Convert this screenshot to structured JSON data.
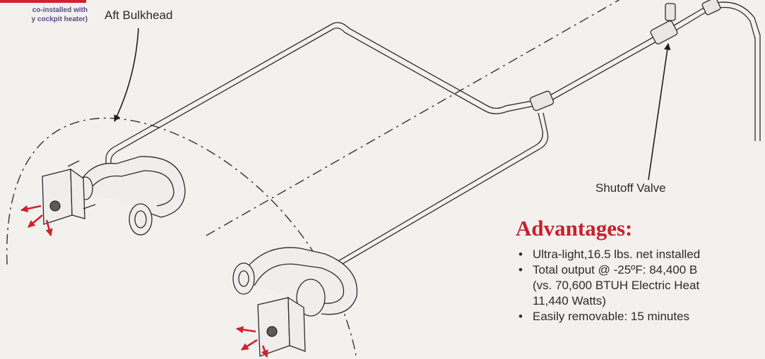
{
  "callout": {
    "line1": "co-installed with",
    "line2": "y cockpit heater)"
  },
  "labels": {
    "aft_bulkhead": "Aft Bulkhead",
    "shutoff_valve": "Shutoff Valve"
  },
  "advantages": {
    "title": "Advantages:",
    "items": [
      {
        "lines": [
          "Ultra-light,16.5 lbs. net installed"
        ]
      },
      {
        "lines": [
          "Total output @ -25ºF: 84,400 B",
          "(vs. 70,600 BTUH Electric Heat",
          "11,440 Watts)"
        ]
      },
      {
        "lines": [
          "Easily removable: 15 minutes"
        ]
      }
    ]
  },
  "colors": {
    "accent_red": "#c8202b",
    "callout_purple": "#5a4a8a",
    "line": "#2b2b2b"
  }
}
